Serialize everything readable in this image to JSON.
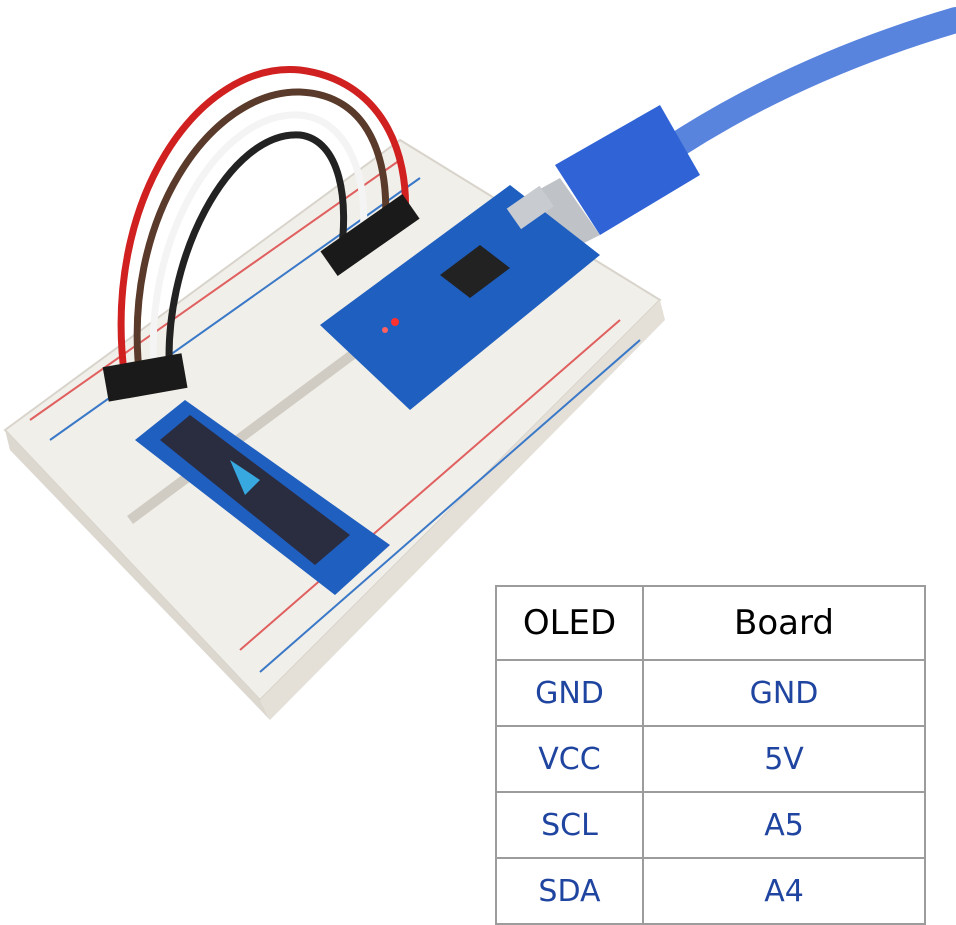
{
  "table": {
    "headers": [
      "OLED",
      "Board"
    ],
    "rows": [
      [
        "GND",
        "GND"
      ],
      [
        "VCC",
        "5V"
      ],
      [
        "SCL",
        "A5"
      ],
      [
        "SDA",
        "A4"
      ]
    ]
  },
  "colors": {
    "header_text": "#000000",
    "cell_text": "#1f45a0",
    "grid": "#9c9c9c",
    "breadboard": "#f1efe9",
    "nano_board": "#1f5fc0",
    "usb_cable": "#3b6fd8"
  }
}
